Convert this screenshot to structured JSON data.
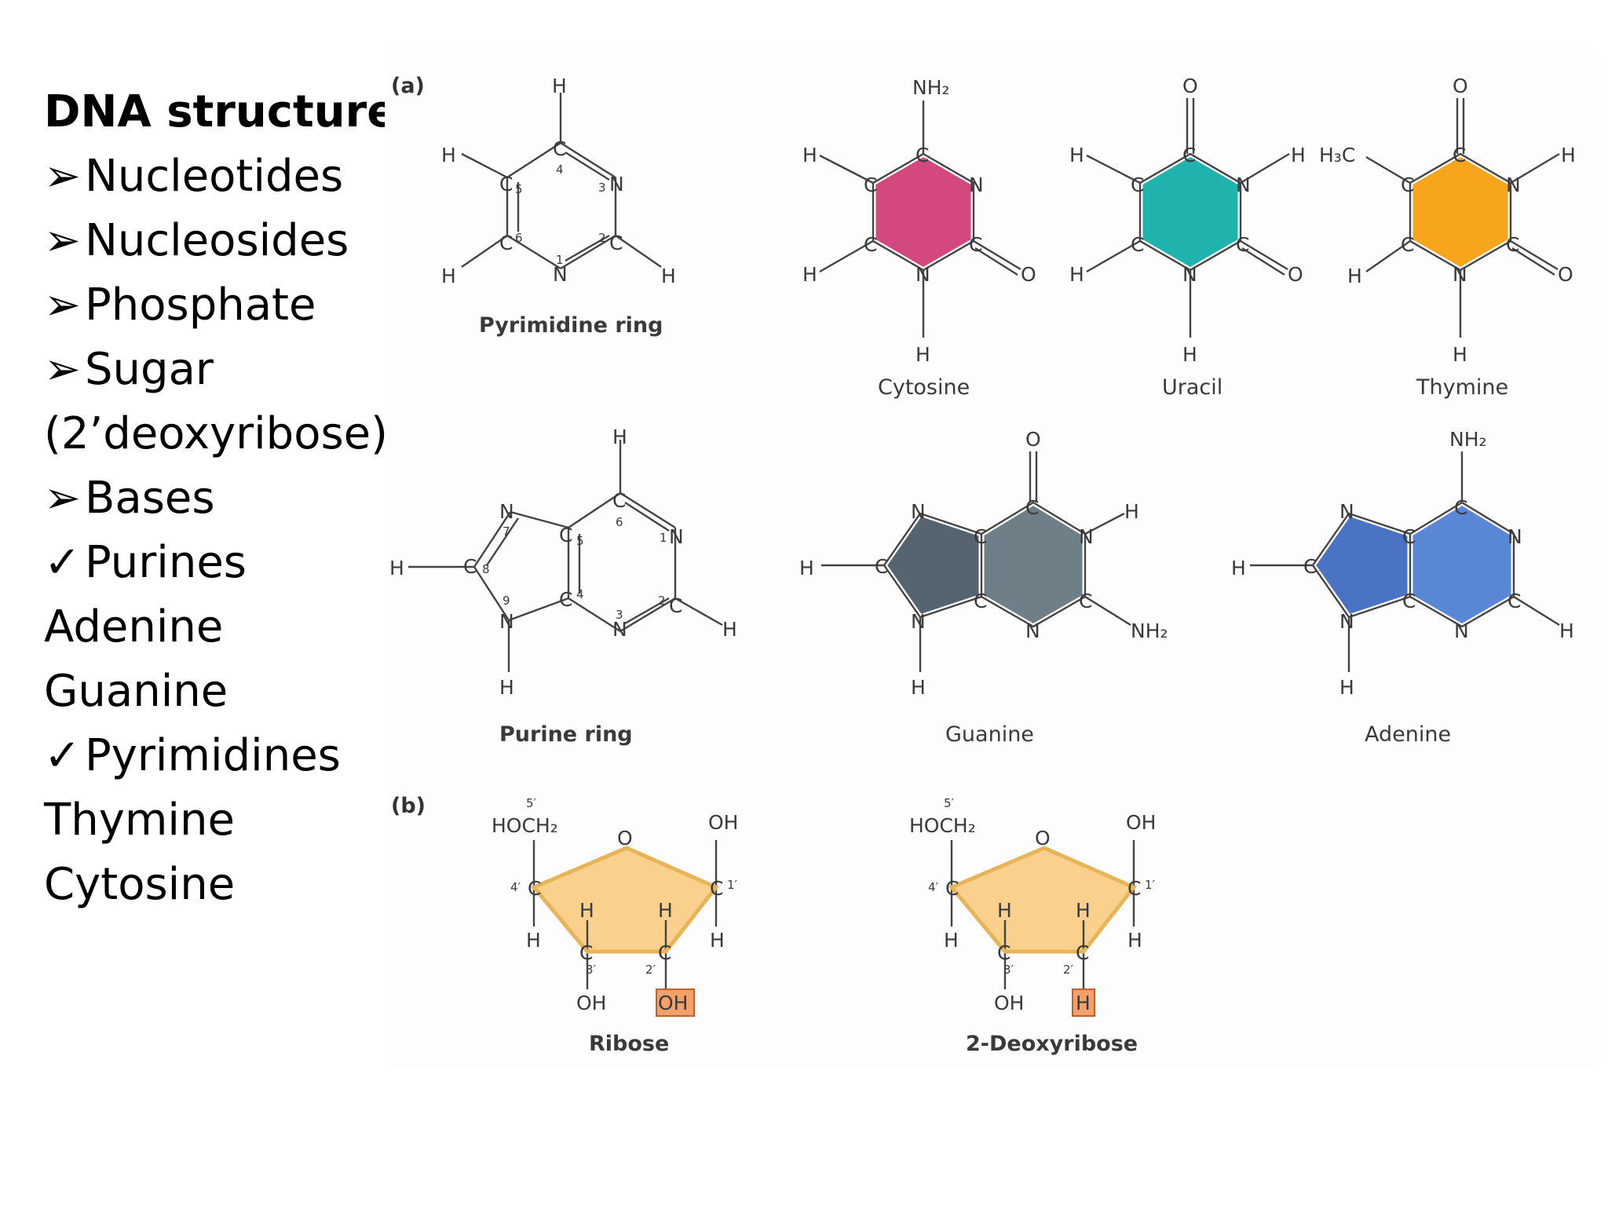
{
  "slide": {
    "title": "DNA structure:",
    "items": [
      {
        "marker": "➢",
        "text": "Nucleotides"
      },
      {
        "marker": "➢",
        "text": "Nucleosides"
      },
      {
        "marker": "➢",
        "text": "Phosphate"
      },
      {
        "marker": "➢",
        "text": "Sugar"
      },
      {
        "marker": "",
        "text": "(2’deoxyribose)"
      },
      {
        "marker": "➢",
        "text": "Bases"
      },
      {
        "marker": "✓",
        "text": "Purines"
      },
      {
        "marker": "",
        "text": "Adenine"
      },
      {
        "marker": "",
        "text": "Guanine"
      },
      {
        "marker": "✓",
        "text": "Pyrimidines"
      },
      {
        "marker": "",
        "text": "Thymine"
      },
      {
        "marker": "",
        "text": "Cytosine"
      }
    ]
  },
  "figure": {
    "panel_a": "(a)",
    "panel_b": "(b)",
    "captions": {
      "pyrimidine_ring": "Pyrimidine ring",
      "cytosine": "Cytosine",
      "uracil": "Uracil",
      "thymine": "Thymine",
      "purine_ring": "Purine ring",
      "guanine": "Guanine",
      "adenine": "Adenine",
      "ribose": "Ribose",
      "deoxyribose": "2-Deoxyribose"
    },
    "colors": {
      "cytosine": "#d2487f",
      "uracil": "#20b3ad",
      "thymine": "#f7a51c",
      "guanine": "#6f7f88",
      "adenine": "#5a86d6",
      "sugar": "#f8c878",
      "highlight": "#f4a06a"
    }
  }
}
